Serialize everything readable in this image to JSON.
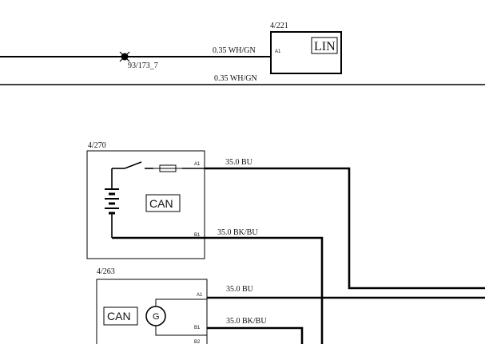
{
  "components": {
    "lin_module": {
      "ref": "4/221",
      "label": "LIN",
      "pin_a1": "A1"
    },
    "splice": {
      "ref": "93/173_7"
    },
    "battery_unit": {
      "ref": "4/270",
      "label": "CAN",
      "pin_a1": "A1",
      "pin_b1": "B1"
    },
    "generator_unit": {
      "ref": "4/263",
      "label": "CAN",
      "symbol": "G",
      "pin_a1": "A1",
      "pin_b1": "B1",
      "pin_b2": "B2"
    }
  },
  "wires": {
    "lin_signal": "0.35 WH/GN",
    "lin_bus_lower": "0.35 WH/GN",
    "battery_positive": "35.0 BU",
    "battery_negative": "35.0 BK/BU",
    "generator_positive": "35.0 BU",
    "generator_negative": "35.0 BK/BU"
  }
}
